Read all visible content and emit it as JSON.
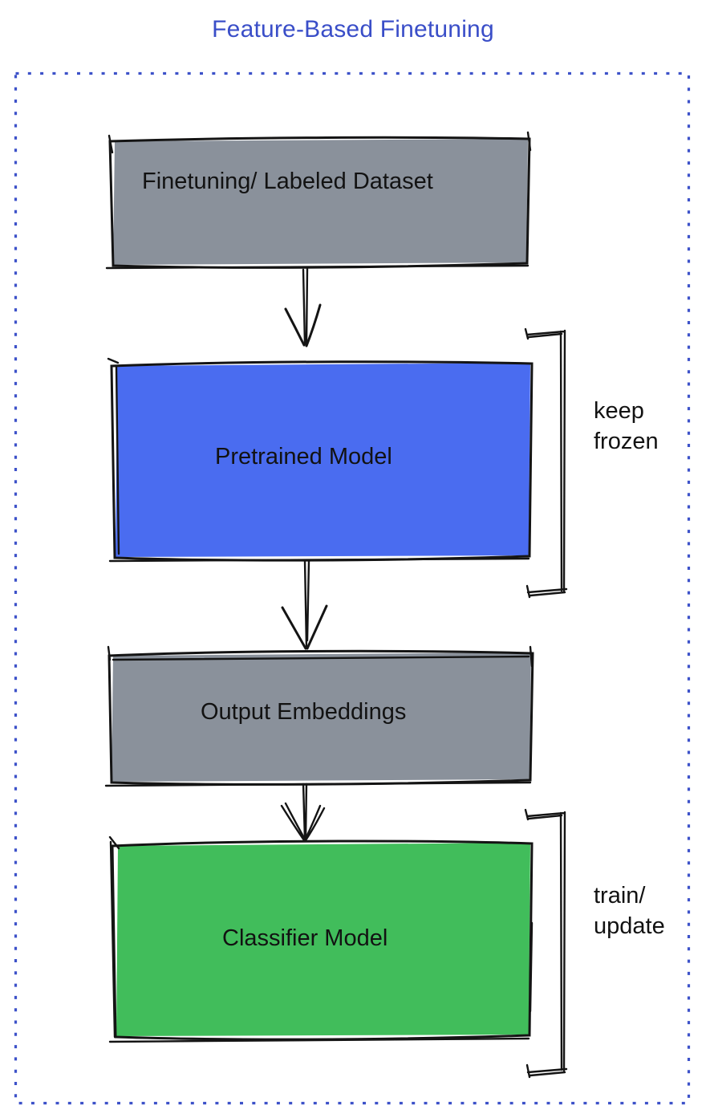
{
  "title": {
    "text": "Feature-Based Finetuning"
  },
  "colors": {
    "title_blue": "#3a4ec8",
    "frame_blue": "#3d52c9",
    "ink_black": "#141414",
    "box_gray": "#8a919b",
    "box_blue": "#4a6cf0",
    "box_green": "#41bd5b"
  },
  "frame": {
    "style": "dashed",
    "color": "#3d52c9"
  },
  "boxes": [
    {
      "label": "Finetuning/ Labeled Dataset",
      "fill": "#8a919b"
    },
    {
      "label": "Pretrained Model",
      "fill": "#4a6cf0"
    },
    {
      "label": "Output Embeddings",
      "fill": "#8a919b"
    },
    {
      "label": "Classifier Model",
      "fill": "#41bd5b"
    }
  ],
  "annotations": [
    {
      "lines": [
        "keep",
        "frozen"
      ],
      "applies_to": "Pretrained Model"
    },
    {
      "lines": [
        "train/",
        "update"
      ],
      "applies_to": "Classifier Model"
    }
  ],
  "flow": [
    {
      "from": "Finetuning/ Labeled Dataset",
      "to": "Pretrained Model"
    },
    {
      "from": "Pretrained Model",
      "to": "Output Embeddings"
    },
    {
      "from": "Output Embeddings",
      "to": "Classifier Model"
    }
  ]
}
